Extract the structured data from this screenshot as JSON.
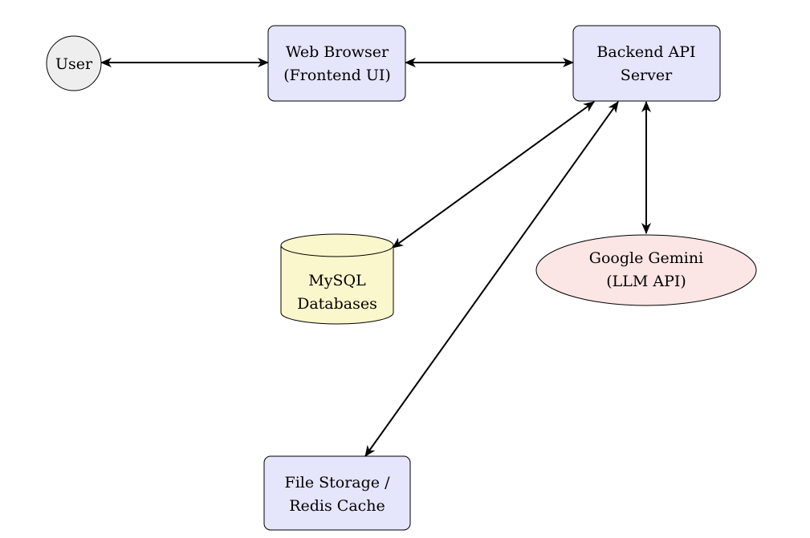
{
  "diagram": {
    "nodes": {
      "user": {
        "label": "User",
        "shape": "circle",
        "fill": "#eeeeee"
      },
      "browser": {
        "line1": "Web Browser",
        "line2": "(Frontend UI)",
        "shape": "rounded-rect",
        "fill": "#e5e5fb"
      },
      "backend": {
        "line1": "Backend API",
        "line2": "Server",
        "shape": "rounded-rect",
        "fill": "#e5e5fb"
      },
      "mysql": {
        "line1": "MySQL",
        "line2": "Databases",
        "shape": "cylinder",
        "fill": "#fbf7cc"
      },
      "gemini": {
        "line1": "Google Gemini",
        "line2": "(LLM API)",
        "shape": "ellipse",
        "fill": "#fbe5e5"
      },
      "storage": {
        "line1": "File Storage /",
        "line2": "Redis Cache",
        "shape": "rounded-rect",
        "fill": "#e5e5fb"
      }
    },
    "edges": [
      {
        "from": "user",
        "to": "browser",
        "direction": "both"
      },
      {
        "from": "browser",
        "to": "backend",
        "direction": "both"
      },
      {
        "from": "backend",
        "to": "mysql",
        "direction": "both"
      },
      {
        "from": "backend",
        "to": "storage",
        "direction": "both"
      },
      {
        "from": "backend",
        "to": "gemini",
        "direction": "both"
      }
    ],
    "colors": {
      "stroke": "#000000",
      "box_fill": "#e5e5fb",
      "circle_fill": "#eeeeee",
      "cylinder_fill": "#fbf7cc",
      "ellipse_fill": "#fbe5e5"
    }
  }
}
